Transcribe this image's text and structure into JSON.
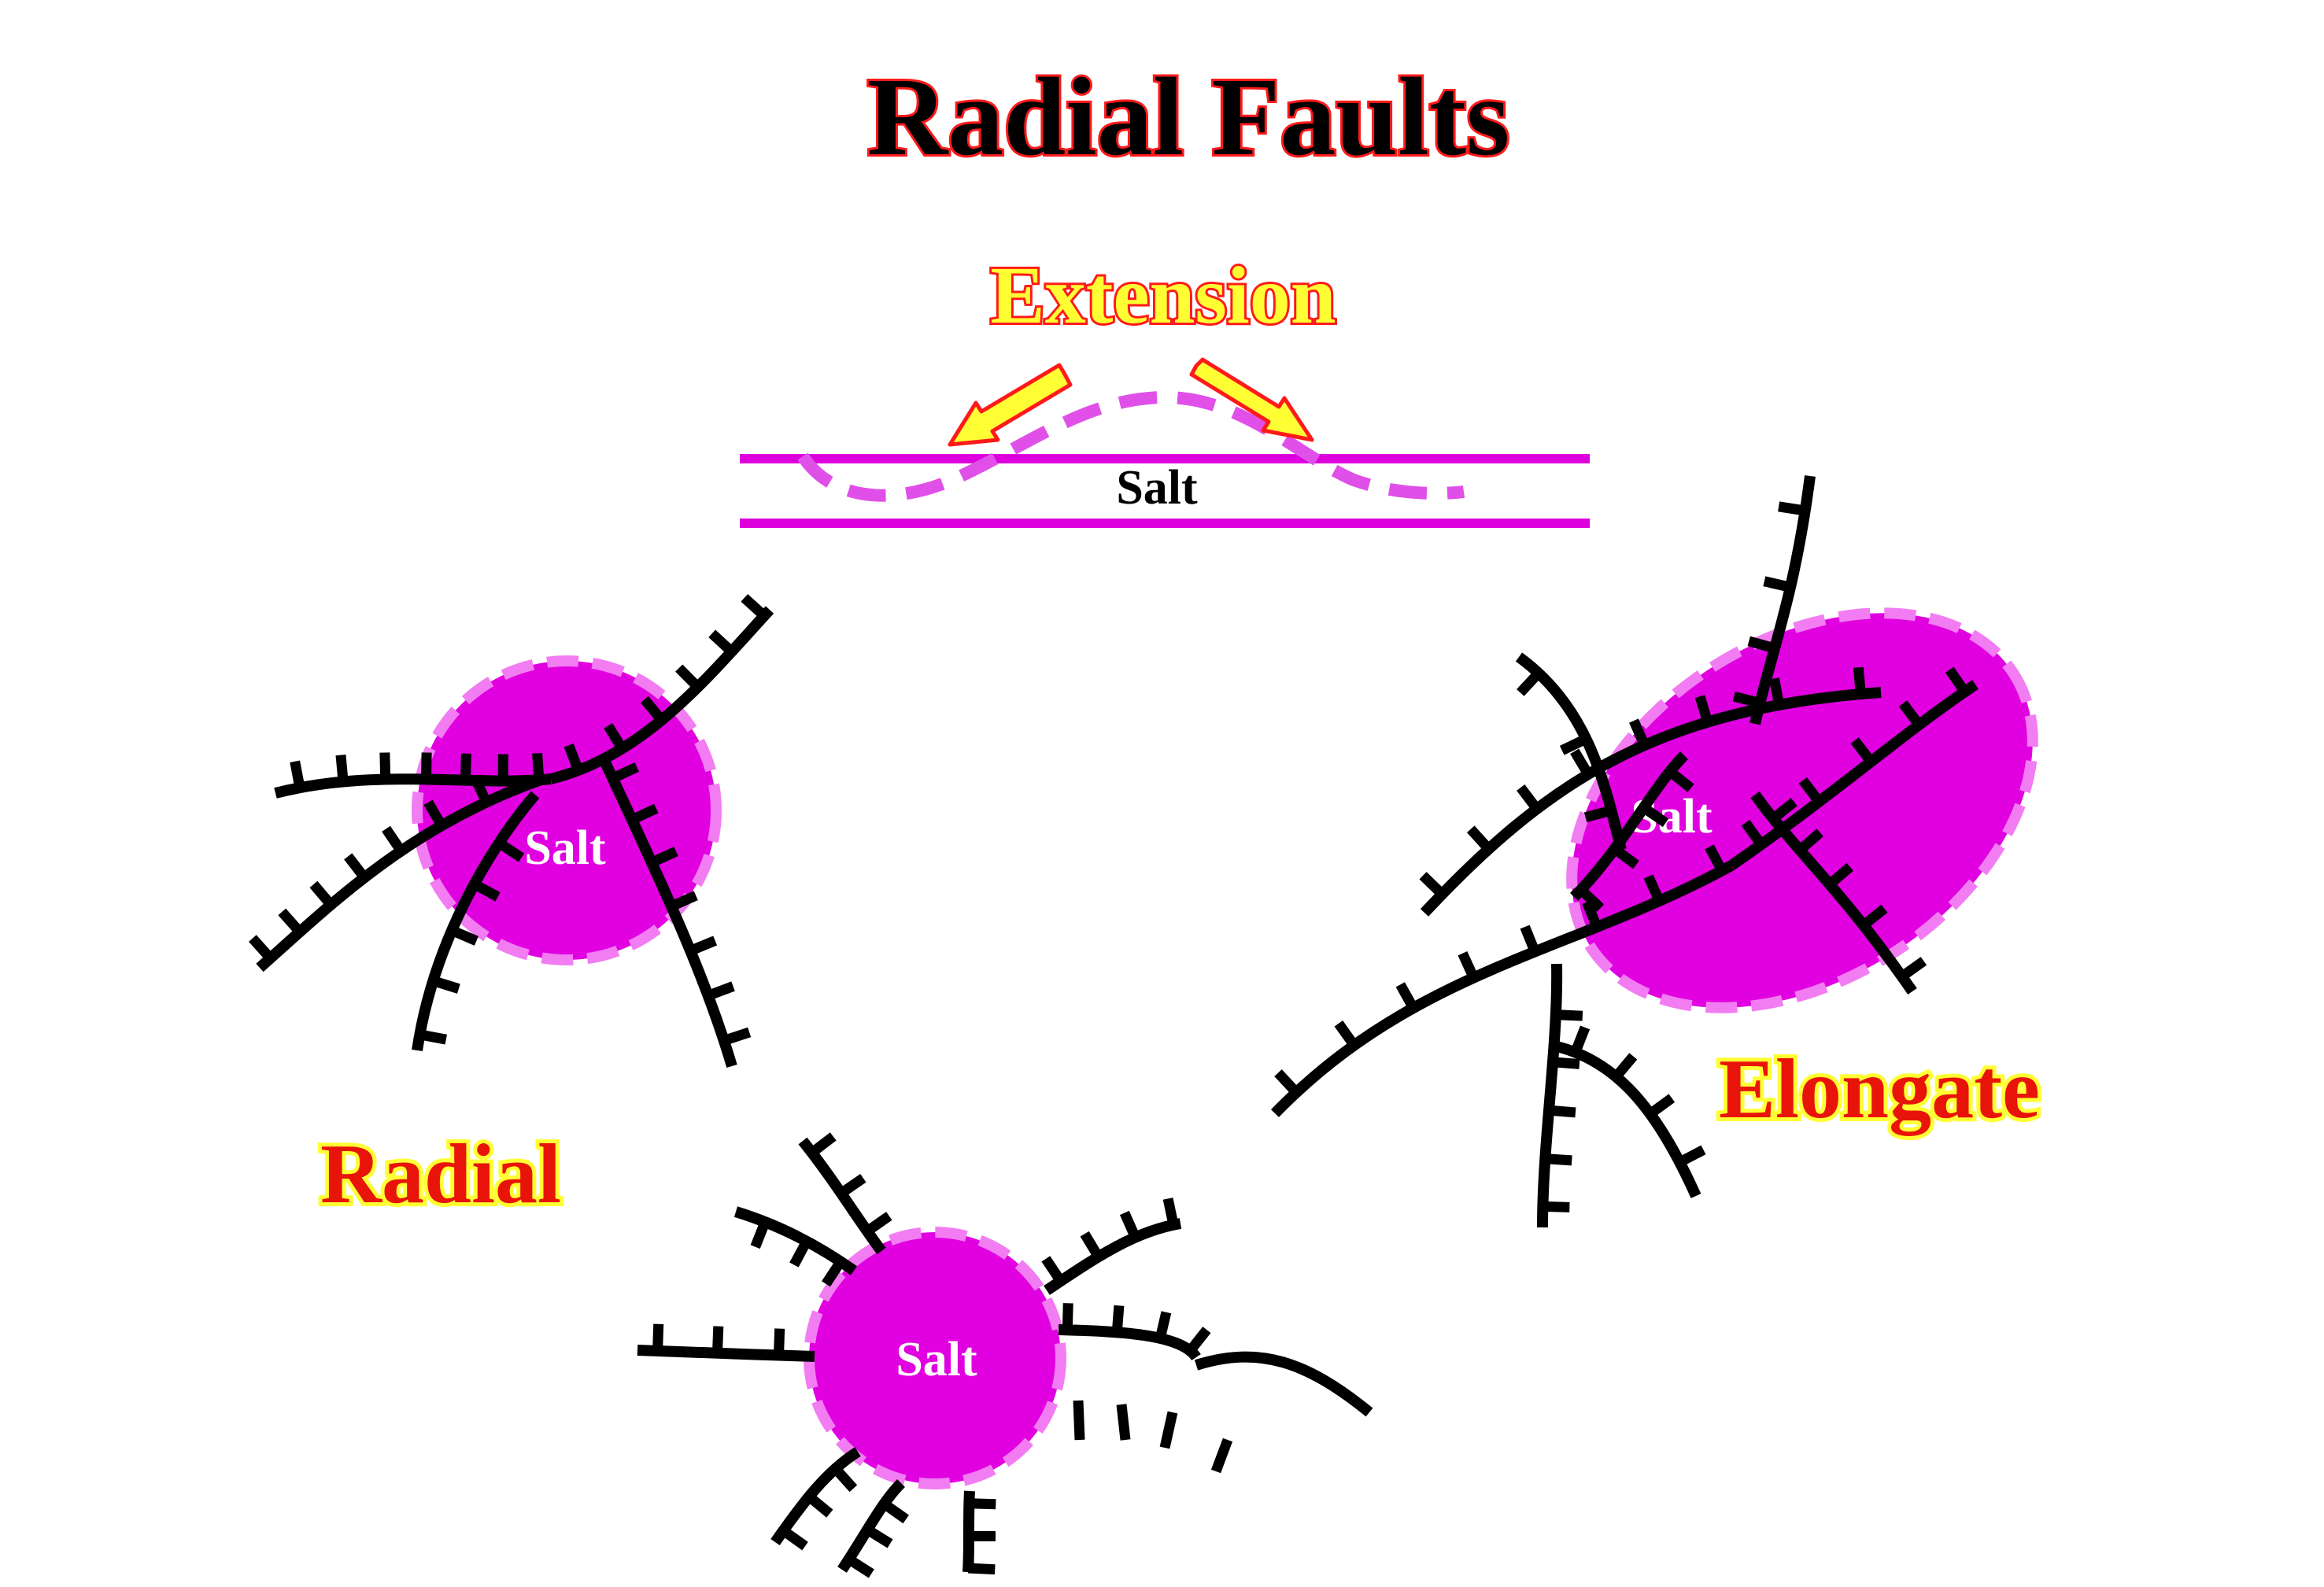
{
  "title": "Radial Faults",
  "extension": {
    "label": "Extension",
    "salt_label": "Salt"
  },
  "diagrams": {
    "radial": {
      "label": "Radial",
      "salt_label": "Salt"
    },
    "bottom": {
      "salt_label": "Salt"
    },
    "elongate": {
      "label": "Elongate",
      "salt_label": "Salt"
    }
  },
  "colors": {
    "salt": "#e000e0",
    "salt_outline": "#f27cf2",
    "title_outline": "#ff1a1a",
    "label_fill": "#e8140a",
    "label_outline": "#ffff33",
    "fault": "#000000",
    "arrow_fill": "#ffff33",
    "arrow_outline": "#ff1a1a"
  }
}
